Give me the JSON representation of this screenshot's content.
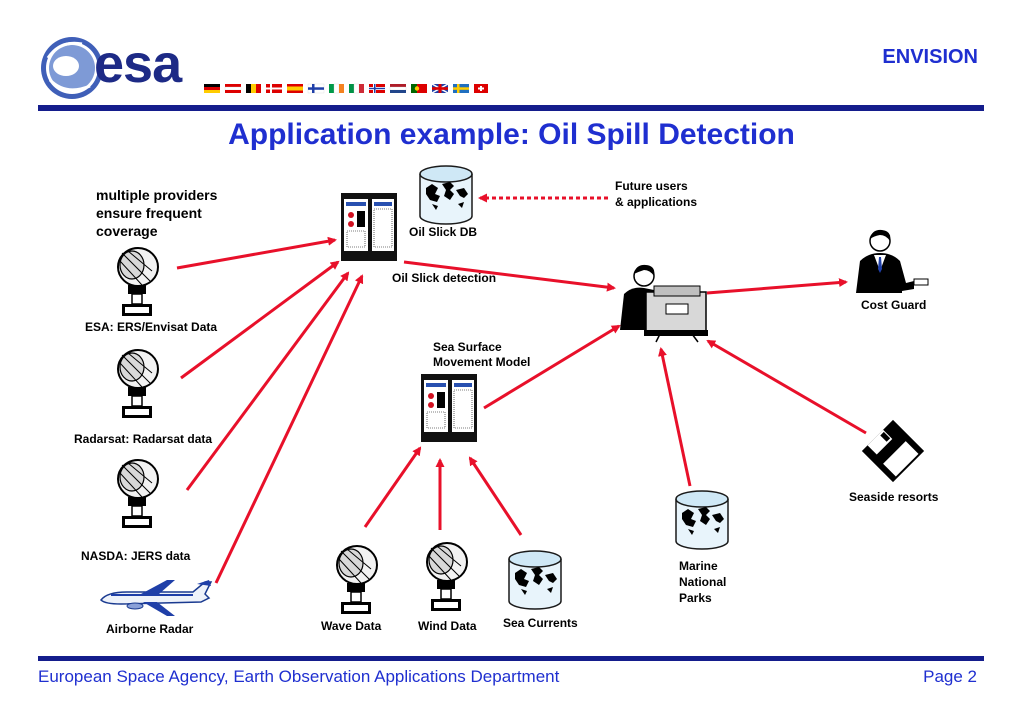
{
  "header": {
    "logo_text": "esa",
    "project": "ENVISION",
    "title": "Application example: Oil Spill Detection"
  },
  "notes": {
    "providers": "multiple providers ensure frequent coverage"
  },
  "nodes": {
    "oil_slick_db": "Oil Slick DB",
    "future_users": [
      "Future users",
      "& applications"
    ],
    "oil_slick_detection": "Oil Slick detection",
    "sea_surface_model": [
      "Sea Surface",
      "Movement Model"
    ],
    "cost_guard": "Cost Guard",
    "seaside_resorts": "Seaside resorts",
    "marine_parks": [
      "Marine",
      "National",
      "Parks"
    ],
    "esa_data": "ESA: ERS/Envisat Data",
    "radarsat": "Radarsat: Radarsat data",
    "nasda": "NASDA: JERS data",
    "airborne": "Airborne Radar",
    "wave_data": "Wave Data",
    "wind_data": "Wind Data",
    "sea_currents": "Sea Currents"
  },
  "footer": {
    "organisation": "European Space Agency, Earth Observation Applications Department",
    "page": "Page 2"
  },
  "colors": {
    "title_blue": "#1f2fd0",
    "rule_navy": "#141d8c",
    "arrow_red": "#e8102a"
  },
  "icons": {
    "logo": "esa-logo",
    "flags": "member-state-flags",
    "computer": "computer-icon",
    "database": "database-icon",
    "dish": "satellite-dish-icon",
    "plane": "airplane-icon",
    "operator": "operator-workstation-icon",
    "officer": "officer-icon",
    "disk": "floppy-disk-icon"
  }
}
